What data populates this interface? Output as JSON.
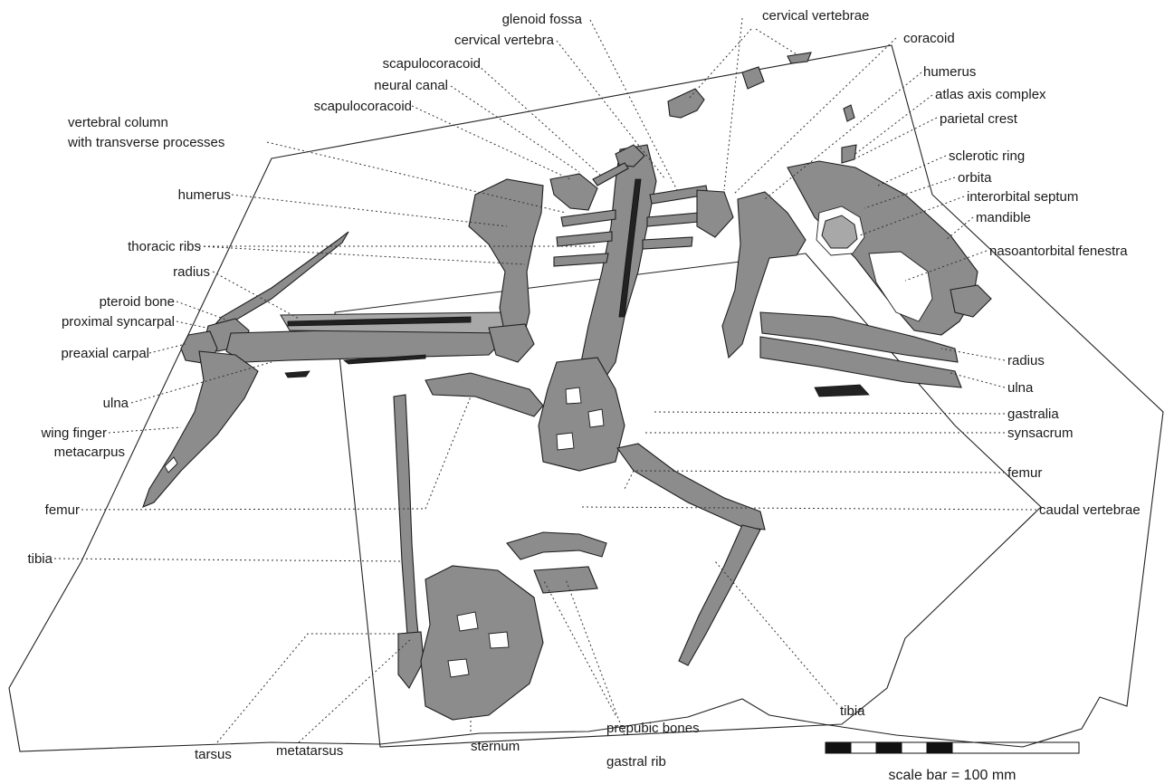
{
  "labels": {
    "glenoid_fossa": "glenoid fossa",
    "cervical_vertebra": "cervical vertebra",
    "scapulocoracoid_1": "scapulocoracoid",
    "neural_canal": "neural canal",
    "scapulocoracoid_2": "scapulocoracoid",
    "vertebral_column_1": "vertebral column",
    "vertebral_column_2": "with transverse processes",
    "humerus_left": "humerus",
    "thoracic_ribs": "thoracic ribs",
    "radius_left": "radius",
    "pteroid_bone": "pteroid bone",
    "proximal_syncarpal": "proximal syncarpal",
    "preaxial_carpal": "preaxial carpal",
    "ulna_left": "ulna",
    "wing_finger_1": "wing finger",
    "wing_finger_2": "metacarpus",
    "femur_left": "femur",
    "tibia_left": "tibia",
    "tarsus": "tarsus",
    "metatarsus": "metatarsus",
    "sternum": "sternum",
    "prepubic_bones": "prepubic bones",
    "gastral_rib": "gastral rib",
    "cervical_vertebrae": "cervical vertebrae",
    "coracoid": "coracoid",
    "humerus_right": "humerus",
    "atlas_axis": "atlas axis complex",
    "parietal_crest": "parietal crest",
    "sclerotic_ring": "sclerotic ring",
    "orbita": "orbita",
    "interorbital_septum": "interorbital septum",
    "mandible": "mandible",
    "nasoantorbital": "nasoantorbital fenestra",
    "radius_right": "radius",
    "ulna_right": "ulna",
    "gastralia": "gastralia",
    "synsacrum": "synsacrum",
    "femur_right": "femur",
    "caudal_vertebrae": "caudal vertebrae",
    "tibia_right": "tibia"
  },
  "scale_bar": {
    "caption": "scale bar = 100 mm",
    "segments": 10
  },
  "colors": {
    "bone": "#8c8c8c",
    "outline": "#1e1e1e",
    "background": "#ffffff"
  }
}
